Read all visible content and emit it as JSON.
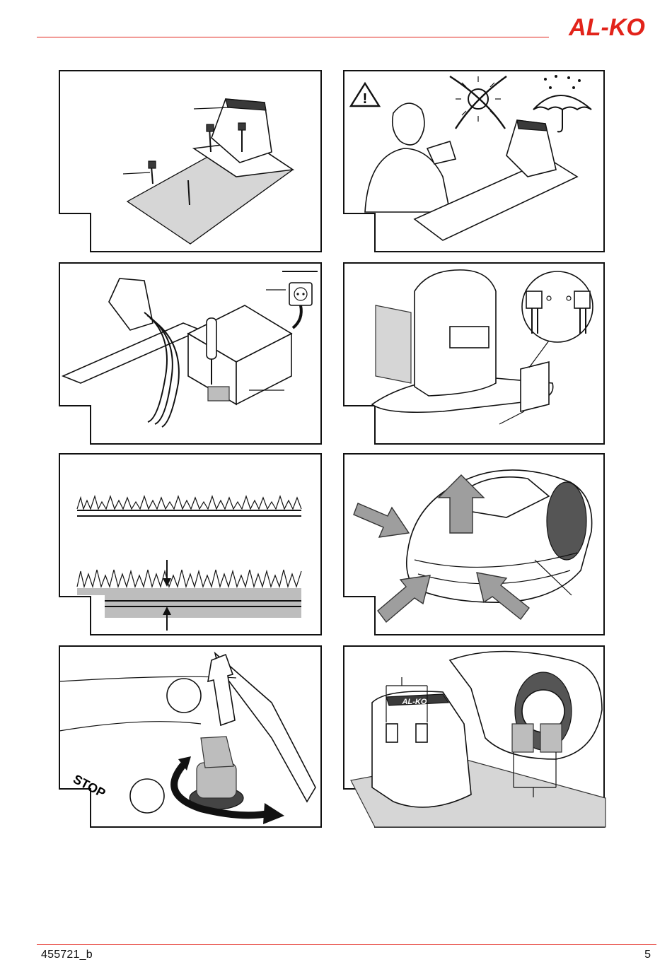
{
  "brand": {
    "logo_text": "AL-KO",
    "color": "#e2231a"
  },
  "footer": {
    "doc_number": "455721_b",
    "page_number": "5"
  },
  "figures": [
    {
      "name": "docking-station-pegs",
      "icons": [
        "docking-station-icon",
        "ground-peg-icon"
      ]
    },
    {
      "name": "placement-warning",
      "icons": [
        "warning-icon",
        "no-direct-sunlight-icon",
        "umbrella-rain-icon"
      ],
      "warning_symbol": "!"
    },
    {
      "name": "transformer-connection",
      "icons": [
        "power-socket-icon",
        "screwdriver-icon",
        "transformer-icon"
      ]
    },
    {
      "name": "boundary-wire-terminals",
      "icons": [
        "docking-station-icon",
        "wire-terminal-icon"
      ]
    },
    {
      "name": "cutting-height-grass",
      "icons": [
        "grass-icon",
        "height-arrows-icon"
      ]
    },
    {
      "name": "mower-cover-lift",
      "icons": [
        "robot-mower-icon",
        "push-arrow-icon",
        "lift-arrow-icon"
      ]
    },
    {
      "name": "height-adjust-knob",
      "icons": [
        "knob-icon",
        "rotate-arrow-icon"
      ],
      "stop_label": "STOP"
    },
    {
      "name": "charging-contacts",
      "icons": [
        "docking-station-icon",
        "contact-plates-icon"
      ],
      "station_logo": "AL-KO"
    }
  ]
}
